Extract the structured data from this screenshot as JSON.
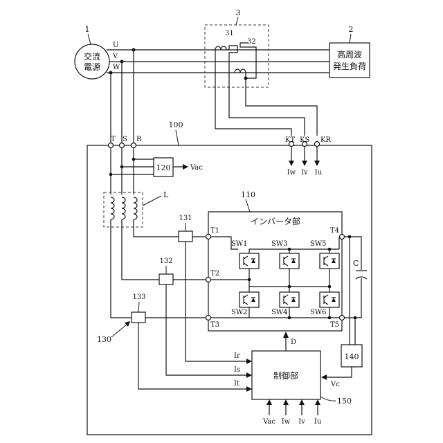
{
  "refs": {
    "source": "1",
    "load": "2",
    "sensor_group": "3",
    "ct_31": "31",
    "ct_32": "32",
    "device": "100",
    "inverter": "110",
    "voltage_detector": "120",
    "current_detector_group": "130",
    "sensor_131": "131",
    "sensor_132": "132",
    "sensor_133": "133",
    "capacitor_detector": "140",
    "controller": "150",
    "reactor": "L",
    "capacitor": "C"
  },
  "source_label": "交流\n電源",
  "load_label": "高周波\n発生負荷",
  "inverter_label": "インバータ部",
  "controller_label": "制御部",
  "phases": [
    "U",
    "V",
    "W"
  ],
  "terminals_in": [
    "T",
    "S",
    "R"
  ],
  "sense_terminals": [
    "KT",
    "KS",
    "KR"
  ],
  "sense_outputs": [
    "Iw",
    "Iv",
    "Iu"
  ],
  "inverter_terminals": [
    "T1",
    "T2",
    "T3",
    "T4",
    "T5"
  ],
  "switches": [
    "SW1",
    "SW3",
    "SW5",
    "SW2",
    "SW4",
    "SW6"
  ],
  "signals": {
    "vac_out": "Vac",
    "ir": "Ir",
    "is": "Is",
    "it": "It",
    "drive": "D",
    "vc": "Vc"
  },
  "controller_inputs": [
    "Vac",
    "Iw",
    "Iv",
    "Iu"
  ]
}
